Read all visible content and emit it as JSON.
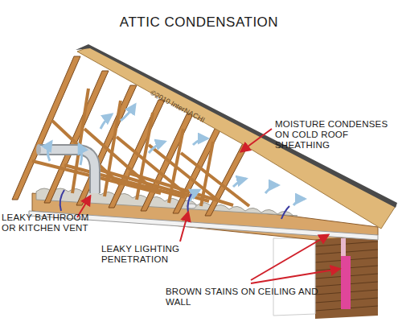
{
  "diagram": {
    "title": "ATTIC CONDENSATION",
    "labels": [
      "MOISTURE CONDENSES ON COLD ROOF SHEATHING",
      "LEAKY BATHROOM OR KITCHEN VENT",
      "LEAKY LIGHTING PENETRATION",
      "BROWN STAINS ON CEILING AND WALL",
      "©2010 InterNACHI"
    ]
  }
}
